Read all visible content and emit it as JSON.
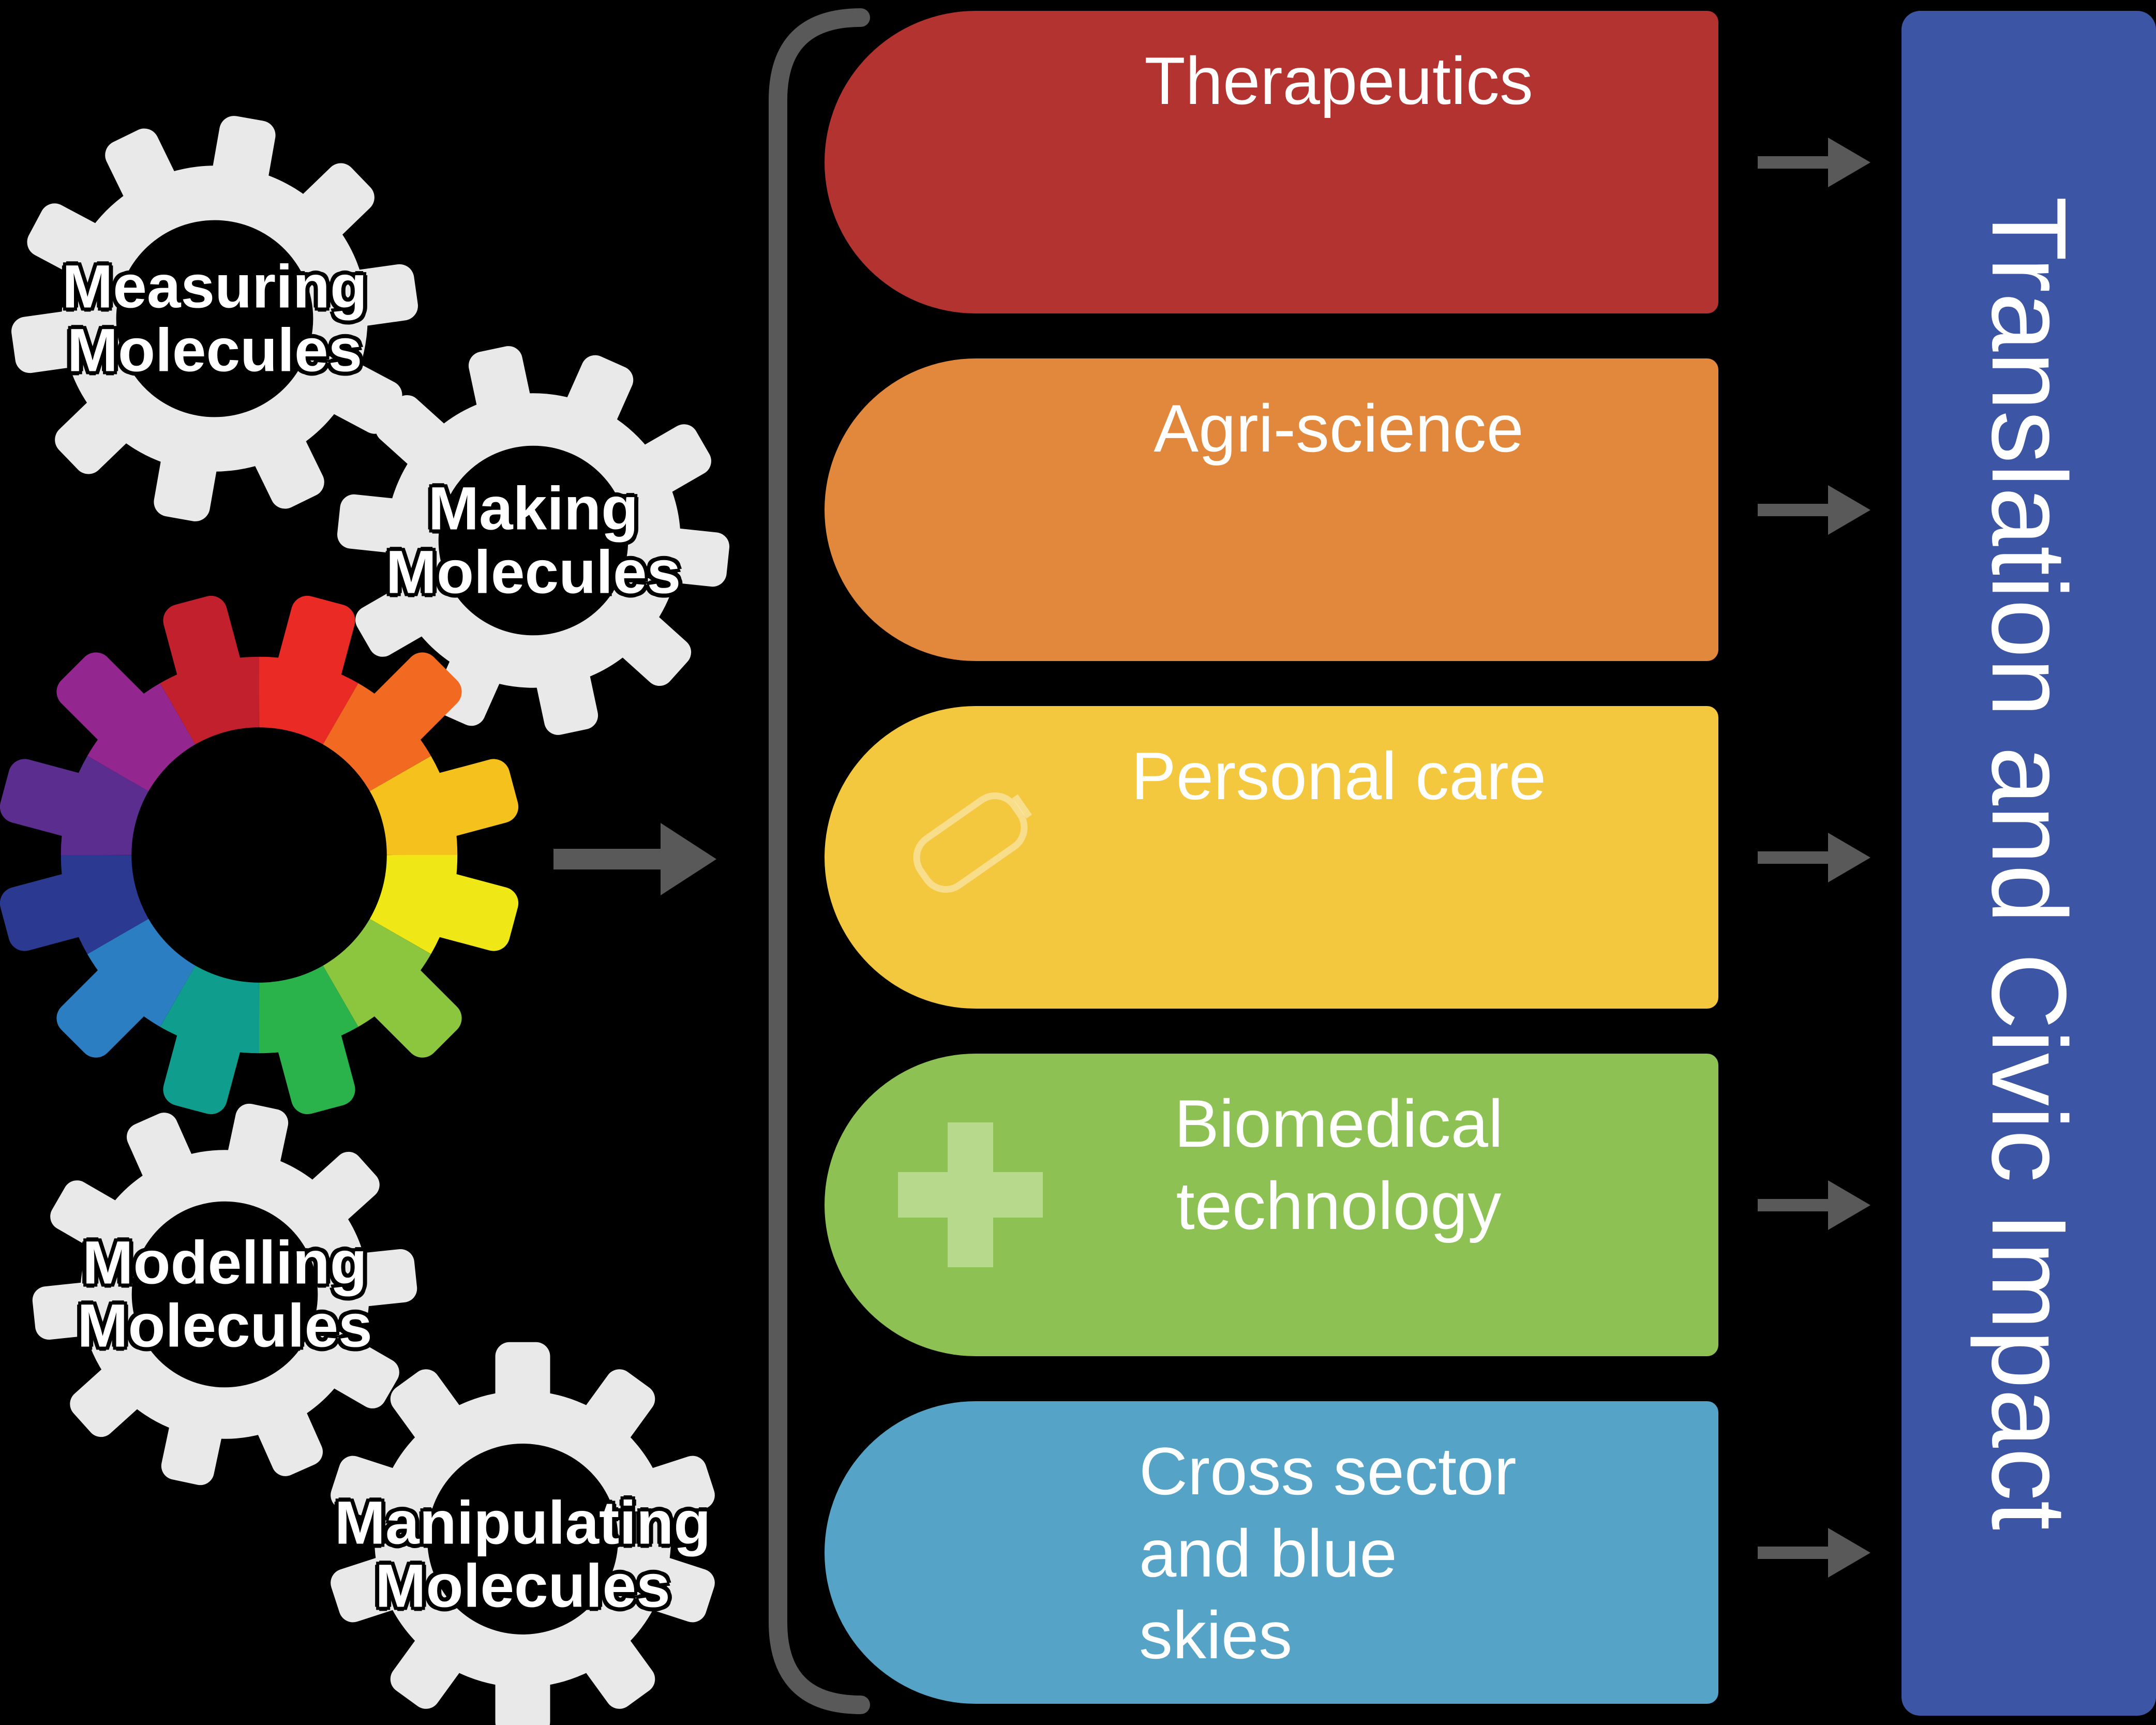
{
  "background_color": "#000000",
  "connector_color": "#595959",
  "gears": {
    "gear_color": "#e9e9e9",
    "items": [
      {
        "label": "Measuring\nMolecules"
      },
      {
        "label": "Making\nMolecules"
      },
      {
        "label": "Modelling\nMolecules"
      },
      {
        "label": "Manipulating\nMolecules"
      }
    ],
    "rainbow_palette": [
      "#e92a25",
      "#f26a21",
      "#f5c21d",
      "#efe816",
      "#8cc63f",
      "#2bb34b",
      "#0f9e8e",
      "#2b7ec1",
      "#2b3990",
      "#5b2d8f",
      "#93278f",
      "#c2202c"
    ]
  },
  "sectors": [
    {
      "label": "Therapeutics",
      "color": "#b23330"
    },
    {
      "label": "Agri-science",
      "color": "#e2883c"
    },
    {
      "label": "Personal care",
      "color": "#f3c73e",
      "icon": "lotion-tube-icon"
    },
    {
      "label": "Biomedical\ntechnology",
      "color": "#8dc153",
      "icon": "plus-icon",
      "icon_color": "#b7d98c"
    },
    {
      "label": "Cross sector\nand blue\nskies",
      "color": "#55a3c6"
    }
  ],
  "impact_panel": {
    "label": "Translation and Civic Impact",
    "color": "#3c55a4",
    "text_color": "#ffffff"
  }
}
